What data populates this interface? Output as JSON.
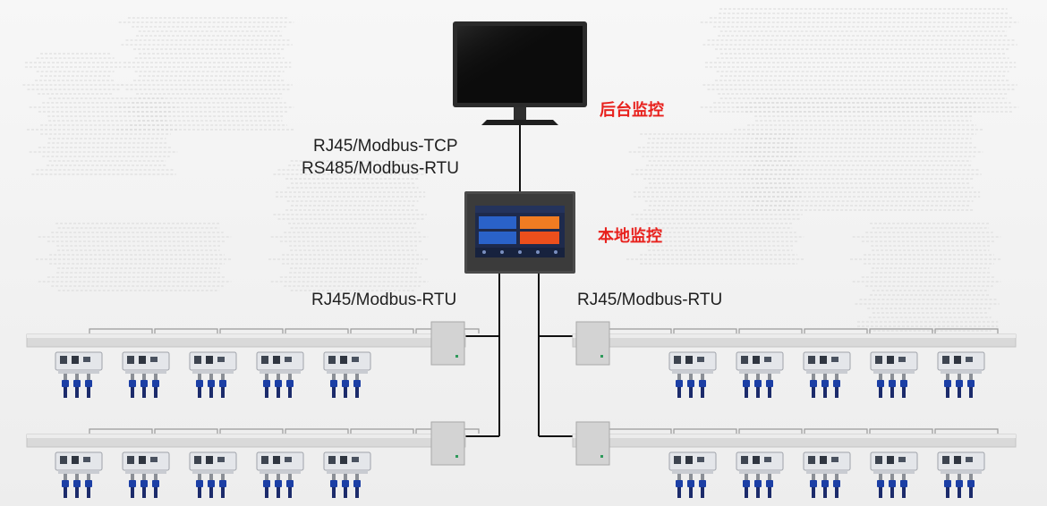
{
  "labels": {
    "monitor": "后台监控",
    "panel": "本地监控",
    "proto_top_line1": "RJ45/Modbus-TCP",
    "proto_top_line2": "RS485/Modbus-RTU",
    "proto_left": "RJ45/Modbus-RTU",
    "proto_right": "RJ45/Modbus-RTU"
  },
  "colors": {
    "label_accent": "#e8211d",
    "line": "#111111",
    "rail": "#d9d9d9",
    "module_body": "#e4e6ea",
    "plug_blue": "#1c3fa5"
  },
  "layout": {
    "bus_rows": 4,
    "modules_per_bus": 5,
    "plugs_per_module": 3
  }
}
